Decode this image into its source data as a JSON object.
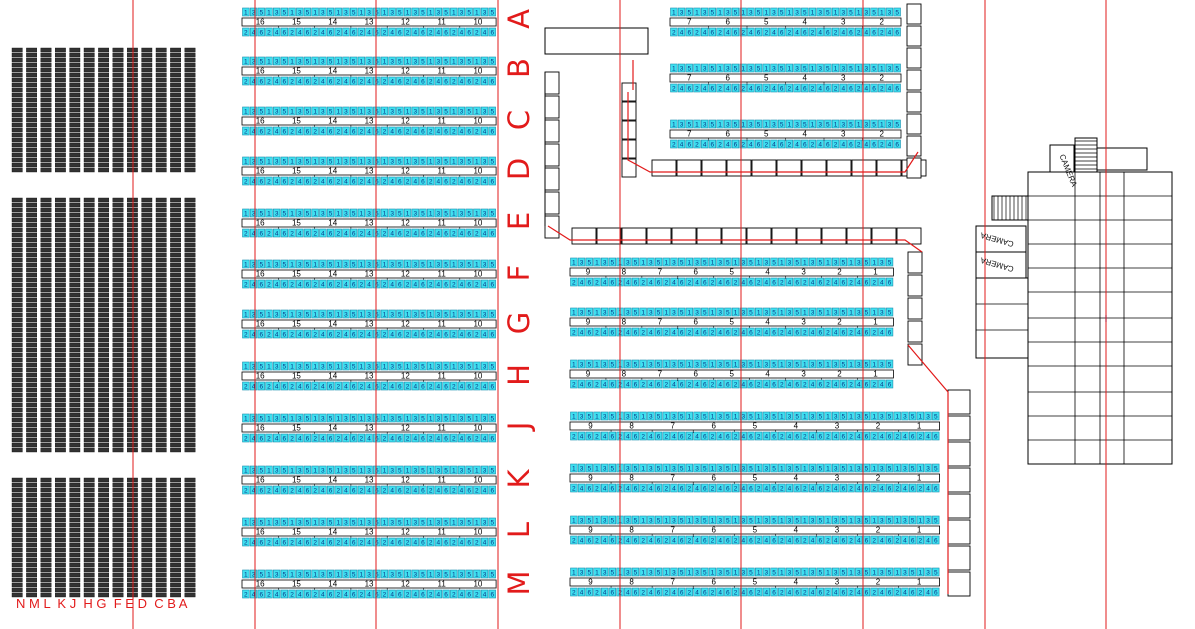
{
  "left_block": {
    "aisle_letters": [
      "N",
      "M",
      "L",
      "K",
      "J",
      "H",
      "G",
      "F",
      "E",
      "D",
      "C",
      "B",
      "A"
    ],
    "row_label": "N M L  K J  H G  F E D  C B A"
  },
  "center_block": {
    "row_letters": [
      "A",
      "B",
      "C",
      "D",
      "E",
      "F",
      "G",
      "H",
      "J",
      "K",
      "L",
      "M"
    ],
    "section_numbers": [
      "16",
      "15",
      "14",
      "13",
      "12",
      "11",
      "10"
    ],
    "odd_seats": [
      "1",
      "3",
      "5"
    ],
    "even_seats": [
      "2",
      "4",
      "6"
    ]
  },
  "right_upper": {
    "section_numbers": [
      "7",
      "6",
      "5",
      "4",
      "3",
      "2"
    ]
  },
  "right_lower": {
    "section_numbers": [
      "9",
      "8",
      "7",
      "6",
      "5",
      "4",
      "3",
      "2",
      "1"
    ]
  },
  "cameras": [
    "CAMERA",
    "CAMERA",
    "CAMERA"
  ],
  "colors": {
    "seat_fill": "#3fe0f0",
    "seat_text": "#0a3a8a",
    "guide_line": "#e21b1b",
    "ink": "#000000"
  }
}
